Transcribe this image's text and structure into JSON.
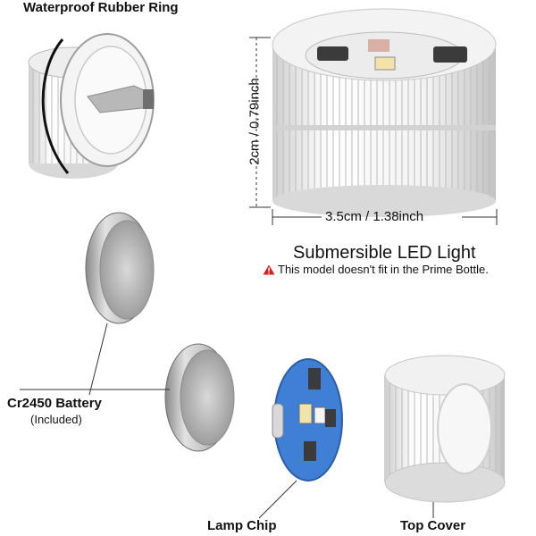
{
  "labels": {
    "rubber_ring": "Waterproof Rubber Ring",
    "height": "2cm / 0.79inch",
    "width": "3.5cm / 1.38inch",
    "product": "Submersible LED Light",
    "warning_text": "This model doesn't fit in the Prime Bottle.",
    "battery": "Cr2450 Battery",
    "battery_note": "(Included)",
    "lamp_chip": "Lamp Chip",
    "top_cover": "Top Cover"
  },
  "icons": {
    "warning": "warning-triangle-icon"
  },
  "colors": {
    "warning_red": "#d32020",
    "pcb_blue": "#3f7fd6"
  }
}
